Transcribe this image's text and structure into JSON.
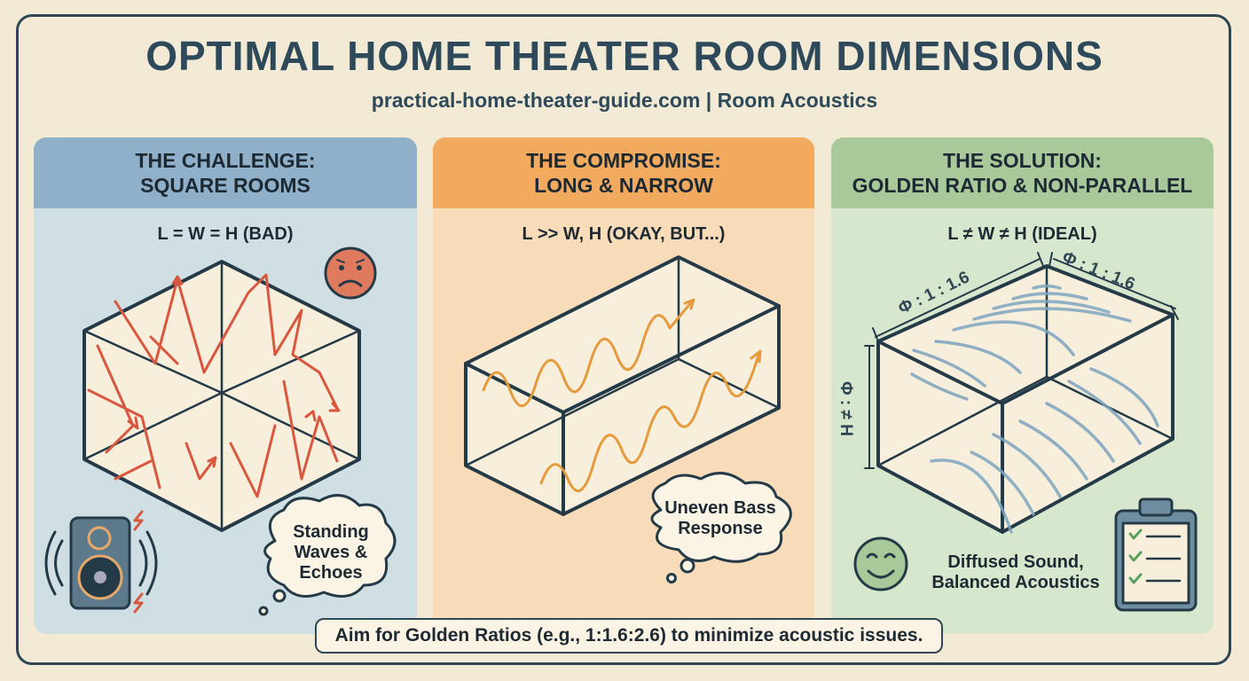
{
  "header": {
    "title": "OPTIMAL HOME THEATER ROOM DIMENSIONS",
    "subtitle": "practical-home-theater-guide.com | Room Acoustics"
  },
  "panels": [
    {
      "title_line1": "THE CHALLENGE:",
      "title_line2": "SQUARE ROOMS",
      "formula": "L = W = H (BAD)",
      "note": "Standing Waves & Echoes",
      "color": "#8fb0c8",
      "icons": [
        "sad-face-icon",
        "broken-speaker-icon"
      ]
    },
    {
      "title_line1": "THE COMPROMISE:",
      "title_line2": "LONG & NARROW",
      "formula": "L >> W, H (OKAY, BUT...)",
      "note": "Uneven Bass Response",
      "color": "#f2aa5f"
    },
    {
      "title_line1": "THE SOLUTION:",
      "title_line2": "GOLDEN RATIO & NON-PARALLEL",
      "formula": "L ≠ W ≠ H (IDEAL)",
      "note": "Diffused Sound, Balanced Acoustics",
      "color": "#a9c99b",
      "dim_left": "Φ : 1 : 1.6",
      "dim_right": "Φ : 1 : 1.6",
      "dim_height": "Φ : ≠ H",
      "icons": [
        "happy-face-icon",
        "checklist-clipboard-icon"
      ]
    }
  ],
  "footer": {
    "tip": "Aim for Golden Ratios (e.g., 1:1.6:2.6) to minimize acoustic issues."
  }
}
